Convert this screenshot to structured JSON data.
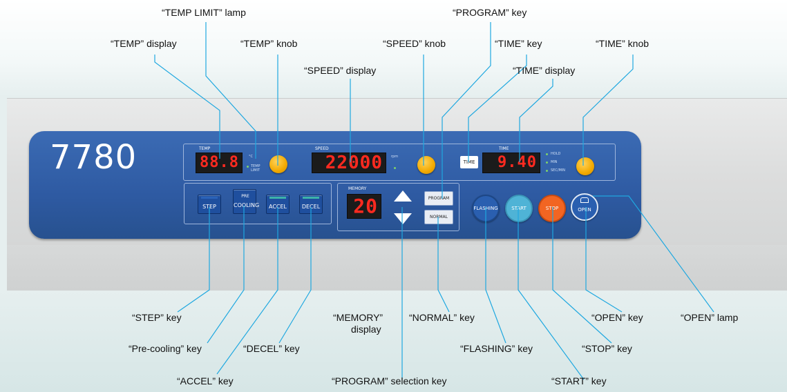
{
  "device": {
    "model": "7780"
  },
  "labels": {
    "temp_limit_lamp": "“TEMP LIMIT” lamp",
    "program_key": "“PROGRAM” key",
    "temp_display": "“TEMP” display",
    "temp_knob": "“TEMP” knob",
    "speed_knob": "“SPEED” knob",
    "time_key": "“TIME” key",
    "time_knob": "“TIME” knob",
    "speed_display": "“SPEED” display",
    "time_display": "“TIME” display",
    "step_key": "“STEP” key",
    "memory_display_1": "“MEMORY”",
    "memory_display_2": "display",
    "normal_key": "“NORMAL” key",
    "open_key": "“OPEN” key",
    "open_lamp": "“OPEN” lamp",
    "precooling_key": "“Pre-cooling” key",
    "decel_key": "“DECEL” key",
    "flashing_key": "“FLASHING” key",
    "stop_key": "“STOP” key",
    "accel_key": "“ACCEL” key",
    "program_selection_key": "“PROGRAM” selection key",
    "start_key": "“START” key"
  },
  "panel": {
    "temp_label": "TEMP",
    "temp_value": "88.8",
    "temp_unit": "°C",
    "temp_limit_text": "TEMP LIMIT",
    "speed_label": "SPEED",
    "speed_value": "22000",
    "speed_unit": "rpm",
    "time_label": "TIME",
    "time_key_text": "TIME",
    "time_value": "9.40",
    "time_opts": [
      "HOLD",
      "MIN",
      "SEC/MIN"
    ],
    "step_key": "STEP",
    "precool_top": "PRE",
    "precool_key": "COOLING",
    "accel_key": "ACCEL",
    "decel_key": "DECEL",
    "memory_label": "MEMORY",
    "memory_value": "20",
    "program_key": "PROGRAM",
    "normal_key": "NORMAL",
    "flashing_key": "FLASHING",
    "start_key": "START",
    "stop_key": "STOP",
    "open_key": "OPEN"
  },
  "colors": {
    "panel_blue": "#2e5aa2",
    "display_red": "#ff2a20",
    "knob_yellow": "#f2a900",
    "leader_line": "#1fa8e0",
    "flashing_key": "#2a5fb0",
    "start_key": "#4fb3d6",
    "stop_key": "#f26522",
    "open_key": "#2a5fb0"
  }
}
